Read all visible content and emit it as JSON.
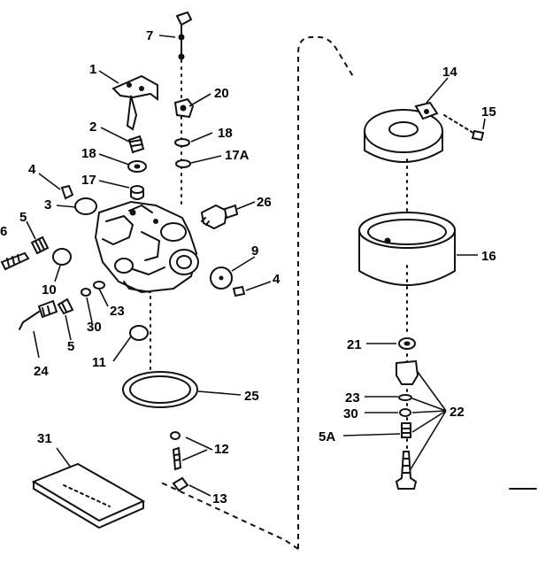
{
  "labels": {
    "p1": "1",
    "p2": "2",
    "p3": "3",
    "p4a": "4",
    "p4b": "4",
    "p5a": "5",
    "p5b": "5",
    "p5A": "5A",
    "p6": "6",
    "p7": "7",
    "p9": "9",
    "p10": "10",
    "p11": "11",
    "p12": "12",
    "p13": "13",
    "p14": "14",
    "p15": "15",
    "p16": "16",
    "p17": "17",
    "p17A": "17A",
    "p18a": "18",
    "p18b": "18",
    "p20": "20",
    "p21": "21",
    "p22": "22",
    "p23a": "23",
    "p23b": "23",
    "p24": "24",
    "p25": "25",
    "p26": "26",
    "p30a": "30",
    "p30b": "30",
    "p31": "31"
  }
}
